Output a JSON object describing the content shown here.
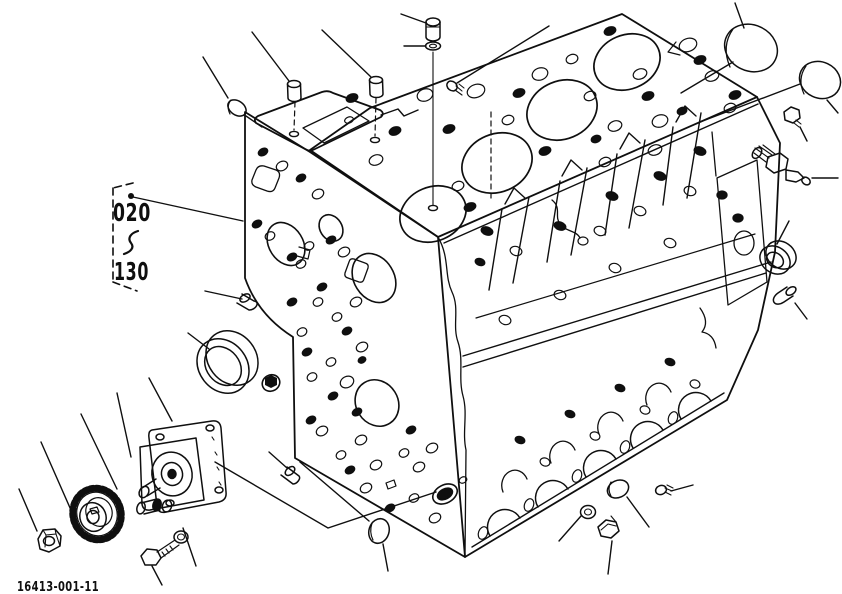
{
  "figure": {
    "code": "16413-001-11",
    "ref_range": {
      "start": "020",
      "separator": "~",
      "end": "130"
    }
  },
  "style": {
    "ink": "#0f0f0f",
    "paper": "#ffffff"
  },
  "diagram": {
    "type": "exploded-parts-line-drawing",
    "subject": "engine cylinder block with oil pump, drive gear, plugs, caps, dowel pins, sensor and fasteners"
  }
}
